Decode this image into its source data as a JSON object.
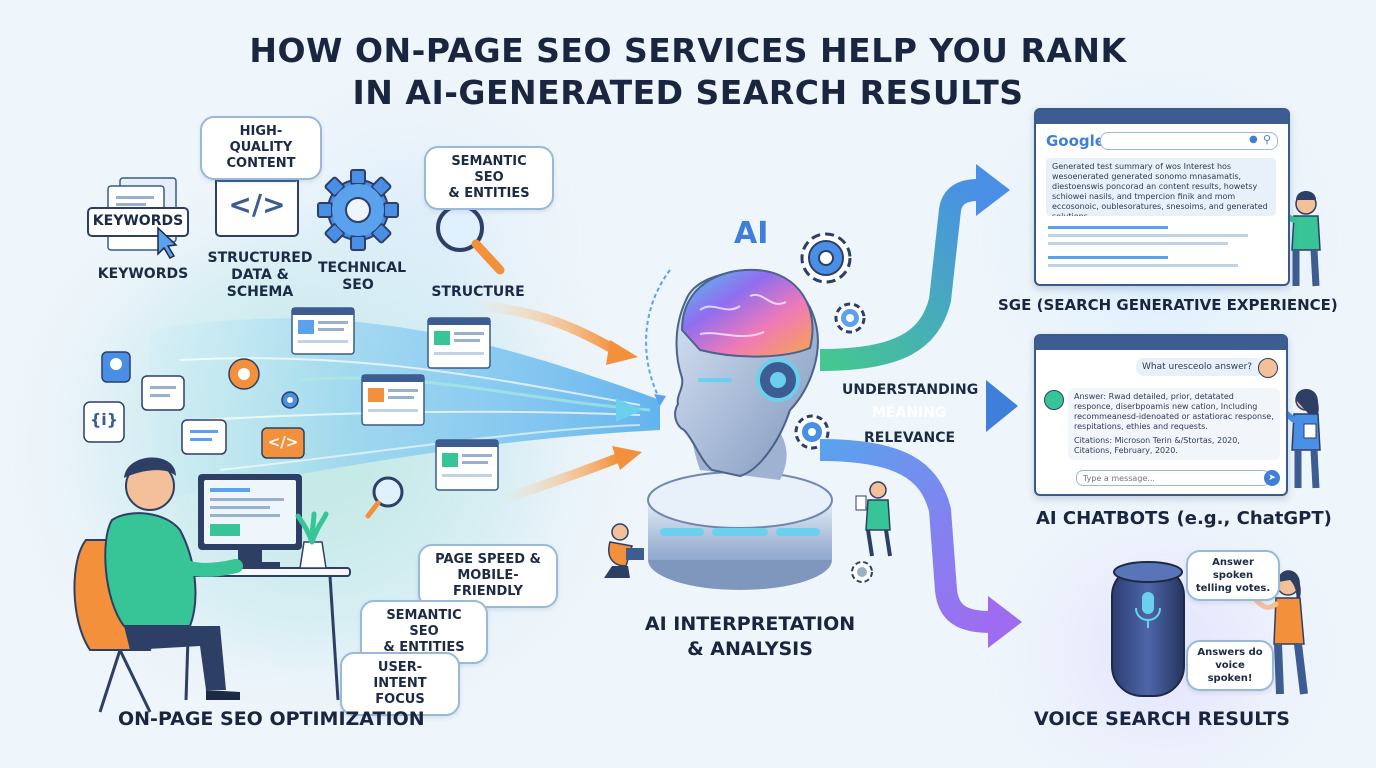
{
  "title": {
    "line1": "HOW ON-PAGE SEO SERVICES HELP YOU RANK",
    "line2": "IN AI-GENERATED SEARCH RESULTS"
  },
  "left": {
    "section_label": "ON-PAGE SEO OPTIMIZATION",
    "keywords_sign": "KEYWORDS",
    "keywords_label": "KEYWORDS",
    "high_quality": [
      "HIGH-QUALITY",
      "CONTENT"
    ],
    "structured": [
      "STRUCTURED",
      "DATA & SCHEMA"
    ],
    "technical": [
      "TECHNICAL",
      "SEO"
    ],
    "semantic_top": [
      "SEMANTIC SEO",
      "& ENTITIES"
    ],
    "structure": "STRUCTURE",
    "page_speed": [
      "PAGE SPEED &",
      "MOBILE-FRIENDLY"
    ],
    "semantic_bottom": [
      "SEMANTIC SEO",
      "& ENTITIES"
    ],
    "user_intent": [
      "USER-INTENT",
      "FOCUS"
    ],
    "code_glyph": "</>",
    "braces_glyph": "{i}"
  },
  "center": {
    "ai_text": "AI",
    "section_label": [
      "AI INTERPRETATION",
      "& ANALYSIS"
    ],
    "flow": [
      "UNDERSTANDING",
      "MEANING",
      "RELEVANCE"
    ]
  },
  "right": {
    "sge": {
      "label": "SGE (SEARCH GENERATIVE EXPERIENCE)",
      "logo": "Google",
      "summary": "Generated test summary of wos Interest hos wesoenerated generated sonomo mnasamatis, diestoenswis poncorad an content results, howetsy schiowei nasils, and tmpercion finik and mom eccosonoic, oublesoratures, snesoims, and generated solutions."
    },
    "chatbot": {
      "label": "AI CHATBOTS (e.g., ChatGPT)",
      "question": "What uresceolo answer?",
      "answer": "Answer: Rwad detailed, prior, detatated responce, diserbpoamis new cation, Including recommeanesd-idenoated or astatiorac response, respitations, ethies and requests.",
      "citations": "Citations: Microson Terin &/Stortas, 2020, Citations, February, 2020.",
      "placeholder": "Type a message..."
    },
    "voice": {
      "label": "VOICE SEARCH RESULTS",
      "bubble_top": [
        "Answer spoken",
        "telling votes."
      ],
      "bubble_bottom": [
        "Answers do",
        "voice spoken!"
      ]
    }
  },
  "colors": {
    "accent_blue": "#3f7fd9",
    "accent_orange": "#f39a45",
    "accent_green": "#37c496",
    "accent_purple": "#9f6cf0",
    "dark_navy": "#1a2540"
  }
}
